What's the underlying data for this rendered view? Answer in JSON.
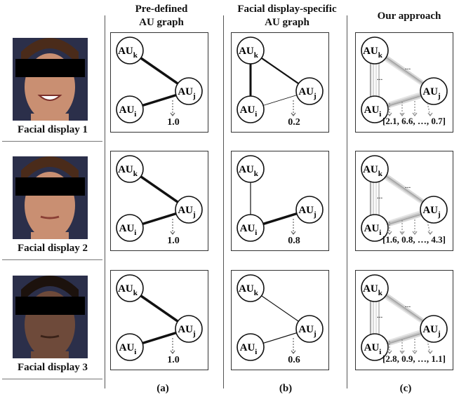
{
  "headers": {
    "a_line1": "Pre-defined",
    "a_line2": "AU graph",
    "b_line1": "Facial display-specific",
    "b_line2": "AU graph",
    "c_line1": "Our approach"
  },
  "rows": [
    {
      "label": "Facial display 1",
      "a_value": "1.0",
      "b_value": "0.2",
      "c_vector": "[2.1, 6.6, …, 0.7]"
    },
    {
      "label": "Facial display 2",
      "a_value": "1.0",
      "b_value": "0.8",
      "c_vector": "[1.6, 0.8, …, 4.3]"
    },
    {
      "label": "Facial display 3",
      "a_value": "1.0",
      "b_value": "0.6",
      "c_vector": "[2.8, 0.9, …, 1.1]"
    }
  ],
  "node_labels": {
    "k": "AU",
    "k_sub": "k",
    "j": "AU",
    "j_sub": "j",
    "i": "AU",
    "i_sub": "i"
  },
  "ellipsis": "...",
  "captions": {
    "a": "(a)",
    "b": "(b)",
    "c": "(c)"
  },
  "colors": {
    "skin_light": "#c98f72",
    "skin_dark": "#6e4a3a",
    "background_face": "#2b2f4a",
    "censor_bar": "#000000"
  }
}
